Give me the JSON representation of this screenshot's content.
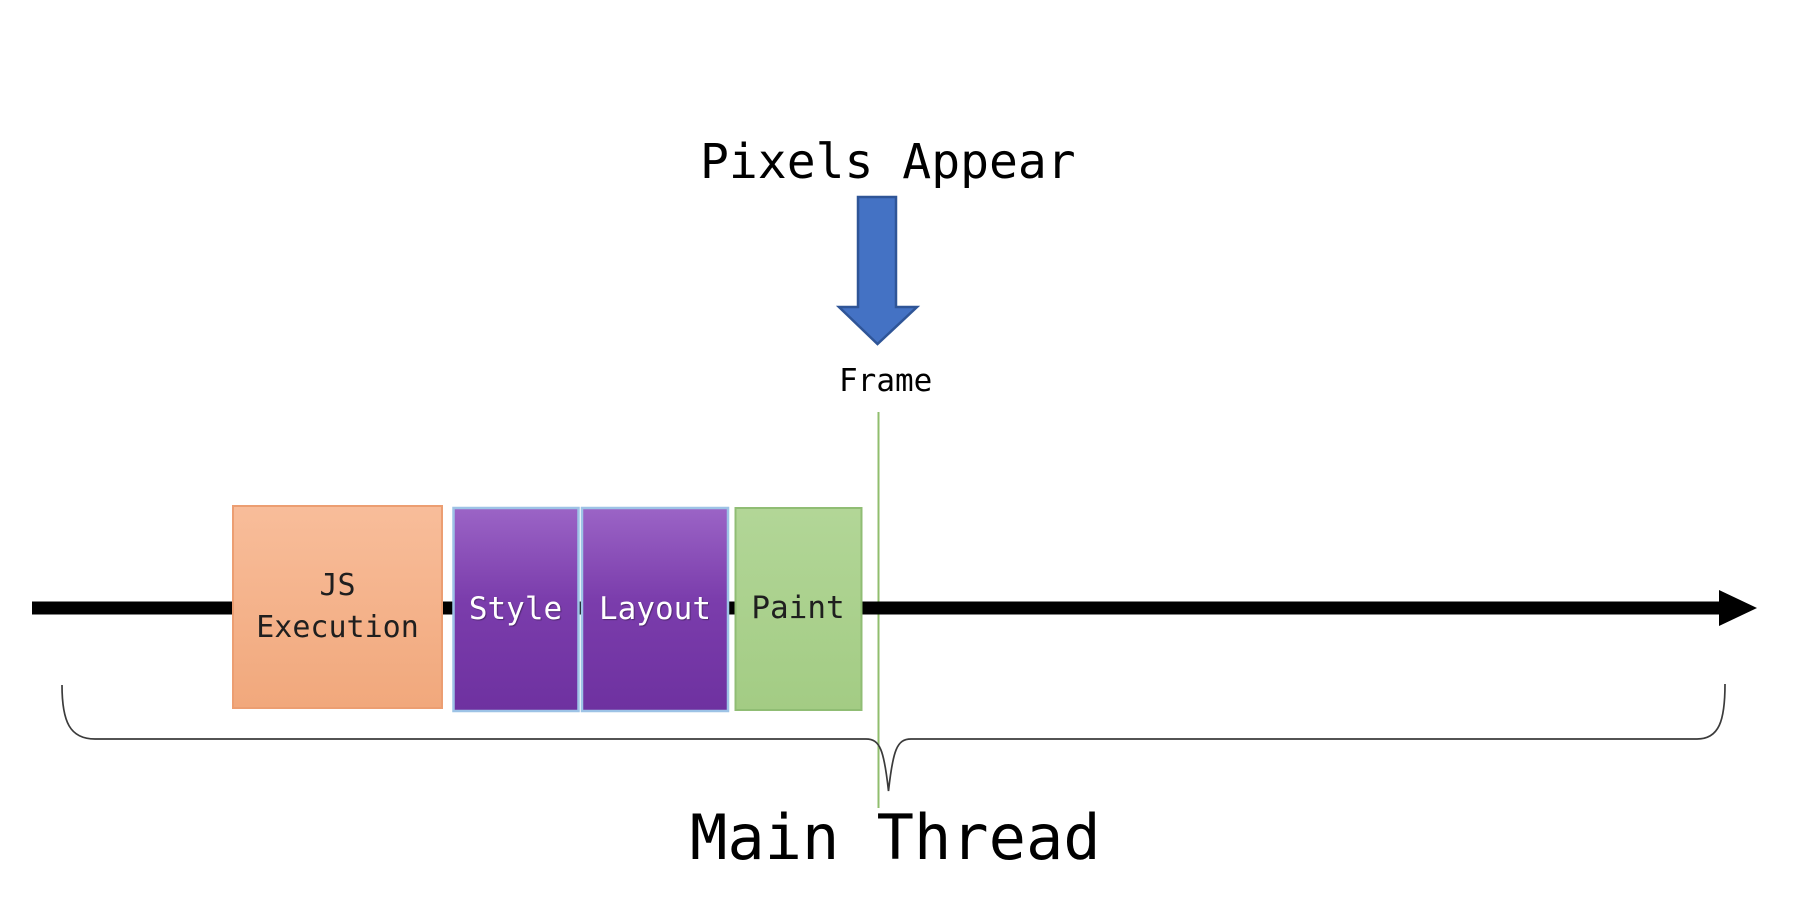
{
  "diagram": {
    "title": "Pixels Appear",
    "frame_label": "Frame",
    "main_thread_label": "Main Thread",
    "blocks": [
      {
        "id": "js-execution",
        "label": "JS Execution"
      },
      {
        "id": "style",
        "label": "Style"
      },
      {
        "id": "layout",
        "label": "Layout"
      },
      {
        "id": "paint",
        "label": "Paint"
      }
    ],
    "icons": {
      "pixels_arrow": "down-arrow-icon",
      "timeline_arrow": "right-arrow-icon"
    },
    "colors": {
      "background": "#ffffff",
      "text": "#000000",
      "arrow_fill": "#4472c4",
      "arrow_border": "#2f5597",
      "frame_line": "#90be6d",
      "timeline": "#000000",
      "brace": "#3b3b3b",
      "js_top": "#f8bd9a",
      "js_bottom": "#f1a87c",
      "js_border": "#ec9e72",
      "js_text": "#1f1f1f",
      "purple_top": "#9b64c6",
      "purple_mid": "#7b3dac",
      "purple_bottom": "#6e31a0",
      "purple_border": "#9dc3e6",
      "purple_text": "#ffffff",
      "paint_top": "#b2d697",
      "paint_bottom": "#a3cc84",
      "paint_border": "#90bd74",
      "paint_text": "#1f1f1f"
    }
  }
}
